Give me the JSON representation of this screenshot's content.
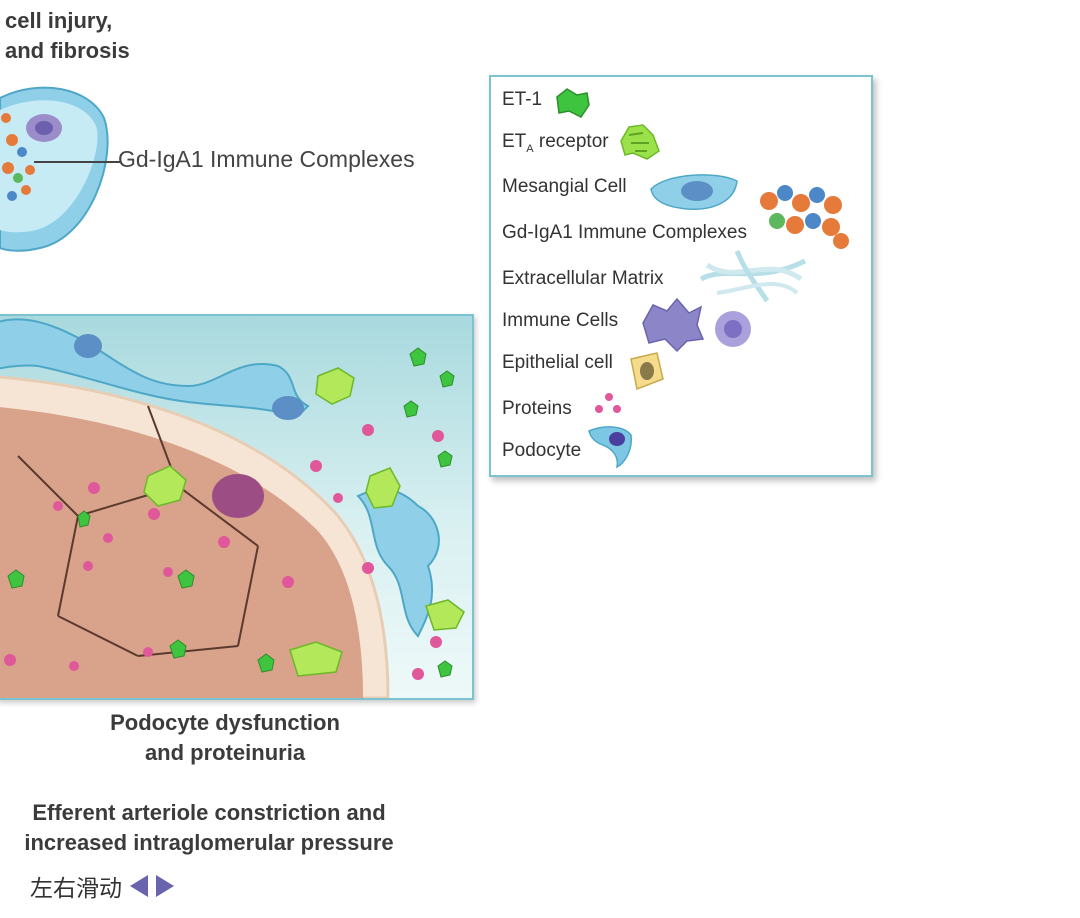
{
  "captions": {
    "top_line1": "cell injury,",
    "top_line2": "and fibrosis",
    "immune_callout": "Gd-IgA1 Immune Complexes",
    "podocyte_line1": "Podocyte dysfunction",
    "podocyte_line2": "and proteinuria",
    "efferent_line1": "Efferent arteriole constriction and",
    "efferent_line2": "increased intraglomerular pressure"
  },
  "legend": {
    "et1": "ET-1",
    "eta_prefix": "ET",
    "eta_sub": "A",
    "eta_suffix": " receptor",
    "mesangial": "Mesangial Cell",
    "immune_complexes": "Gd-IgA1 Immune Complexes",
    "ecm": "Extracellular Matrix",
    "immune_cells": "Immune Cells",
    "epithelial": "Epithelial cell",
    "proteins": "Proteins",
    "podocyte": "Podocyte"
  },
  "nav": {
    "swipe_label": "左右滑动"
  },
  "colors": {
    "frame_border": "#7cc3cf",
    "et1_green": "#3fc43f",
    "receptor_green": "#9be24a",
    "protein_pink": "#e0589a",
    "cell_blue": "#7cc7e3",
    "nav_arrow": "#6a63ad"
  }
}
